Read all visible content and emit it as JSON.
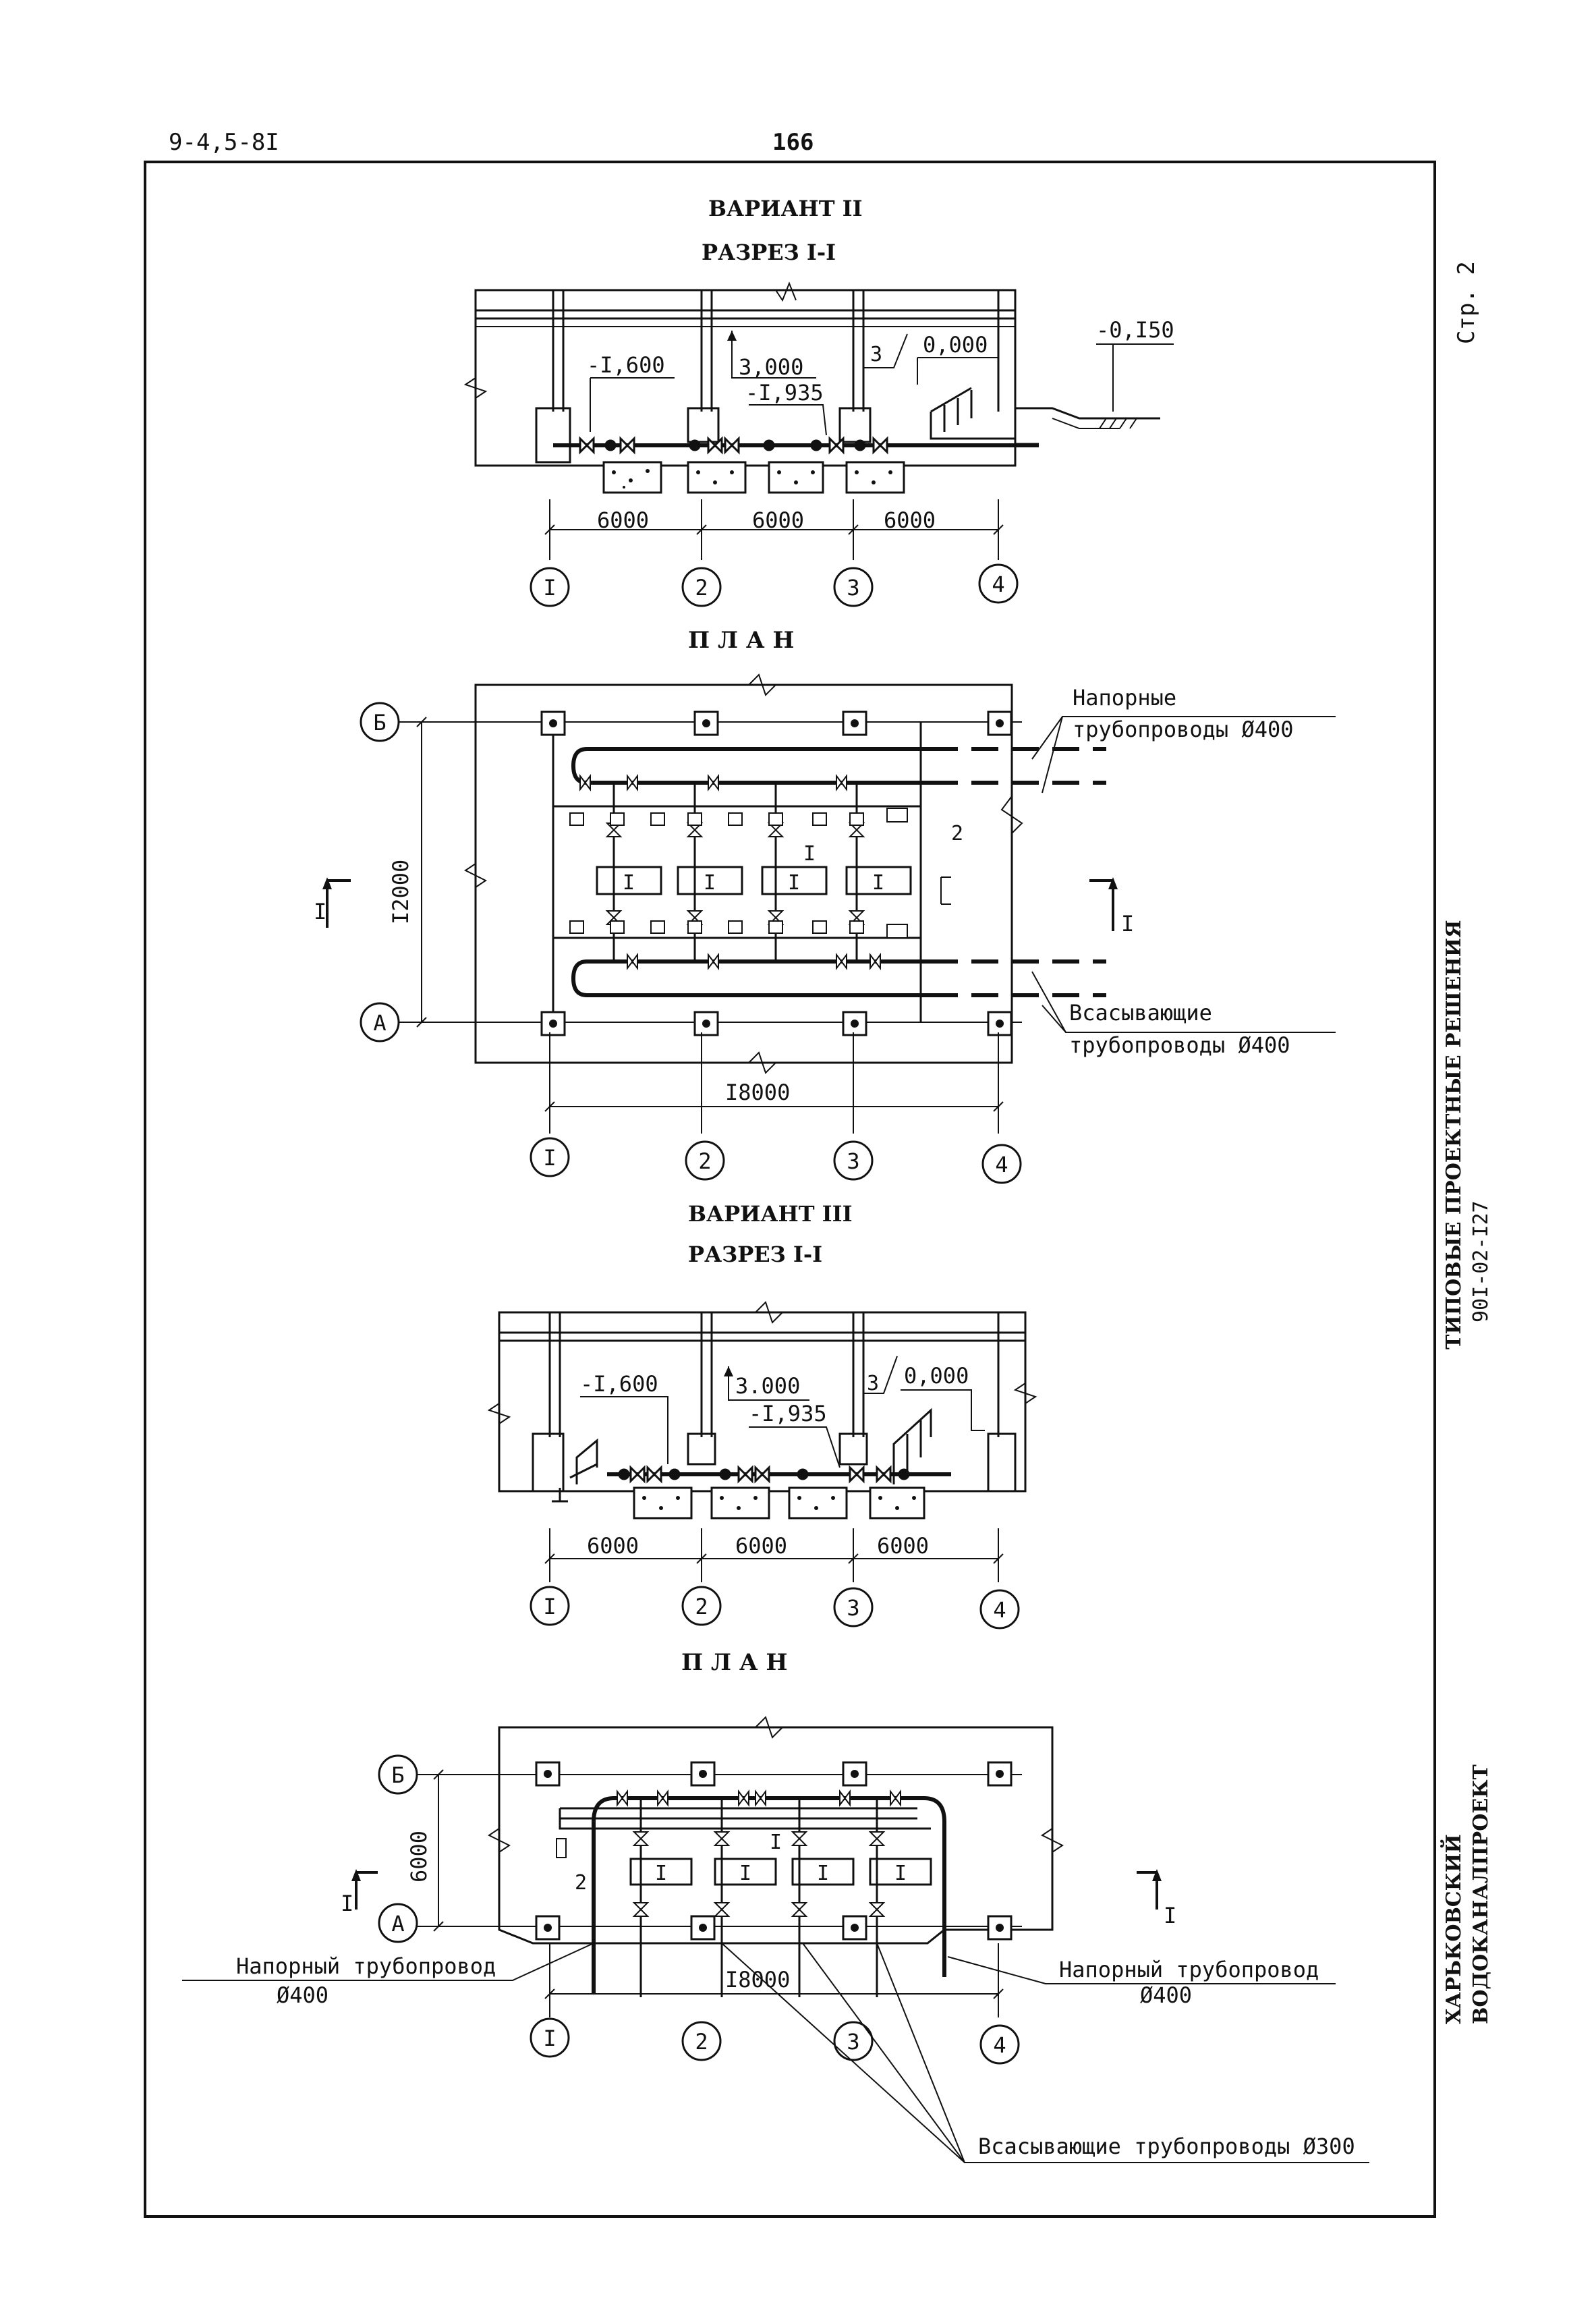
{
  "header": {
    "doc_code": "9-4,5-8I",
    "page_number": "166"
  },
  "sidebar": {
    "sheet": "Стр. 2",
    "series_title": "ТИПОВЫЕ ПРОЕКТНЫЕ РЕШЕНИЯ",
    "series_number": "90I-02-I27",
    "org_line1": "ХАРЬКОВСКИЙ",
    "org_line2": "ВОДОКАНАЛПРОЕКТ"
  },
  "variant2": {
    "title": "ВАРИАНТ II",
    "section_title": "РАЗРЕЗ I-I",
    "elev_neg1600": "-I,600",
    "elev_3000": "3,000",
    "elev_neg1935": "-I,935",
    "elev_0000": "0,000",
    "elev_neg150": "-0,I50",
    "callout_3": "3",
    "dim1": "6000",
    "dim2": "6000",
    "dim3": "6000",
    "axes": [
      "I",
      "2",
      "3",
      "4"
    ],
    "plan_title": "П Л А Н",
    "row_b": "Б",
    "row_a": "А",
    "dim_12000": "I2000",
    "dim_18000": "I8000",
    "pump_label": "I",
    "callout_2": "2",
    "cut_label": "I",
    "pressure_label_1": "Напорные",
    "pressure_label_2": "трубопроводы Ø400",
    "suction_label_1": "Всасывающие",
    "suction_label_2": "трубопроводы Ø400"
  },
  "variant3": {
    "title": "ВАРИАНТ III",
    "section_title": "РАЗРЕЗ I-I",
    "elev_neg1600": "-I,600",
    "elev_3000": "3.000",
    "elev_neg1935": "-I,935",
    "elev_0000": "0,000",
    "callout_3": "3",
    "dim1": "6000",
    "dim2": "6000",
    "dim3": "6000",
    "axes": [
      "I",
      "2",
      "3",
      "4"
    ],
    "plan_title": "П Л А Н",
    "row_b": "Б",
    "row_a": "А",
    "dim_6000": "6000",
    "dim_18000": "I8000",
    "pump_label": "I",
    "callout_2": "2",
    "cut_label": "I",
    "pressure_left_1": "Напорный трубопровод",
    "pressure_left_2": "Ø400",
    "pressure_right_1": "Напорный трубопровод",
    "pressure_right_2": "Ø400",
    "suction_label": "Всасывающие трубопроводы Ø300"
  }
}
